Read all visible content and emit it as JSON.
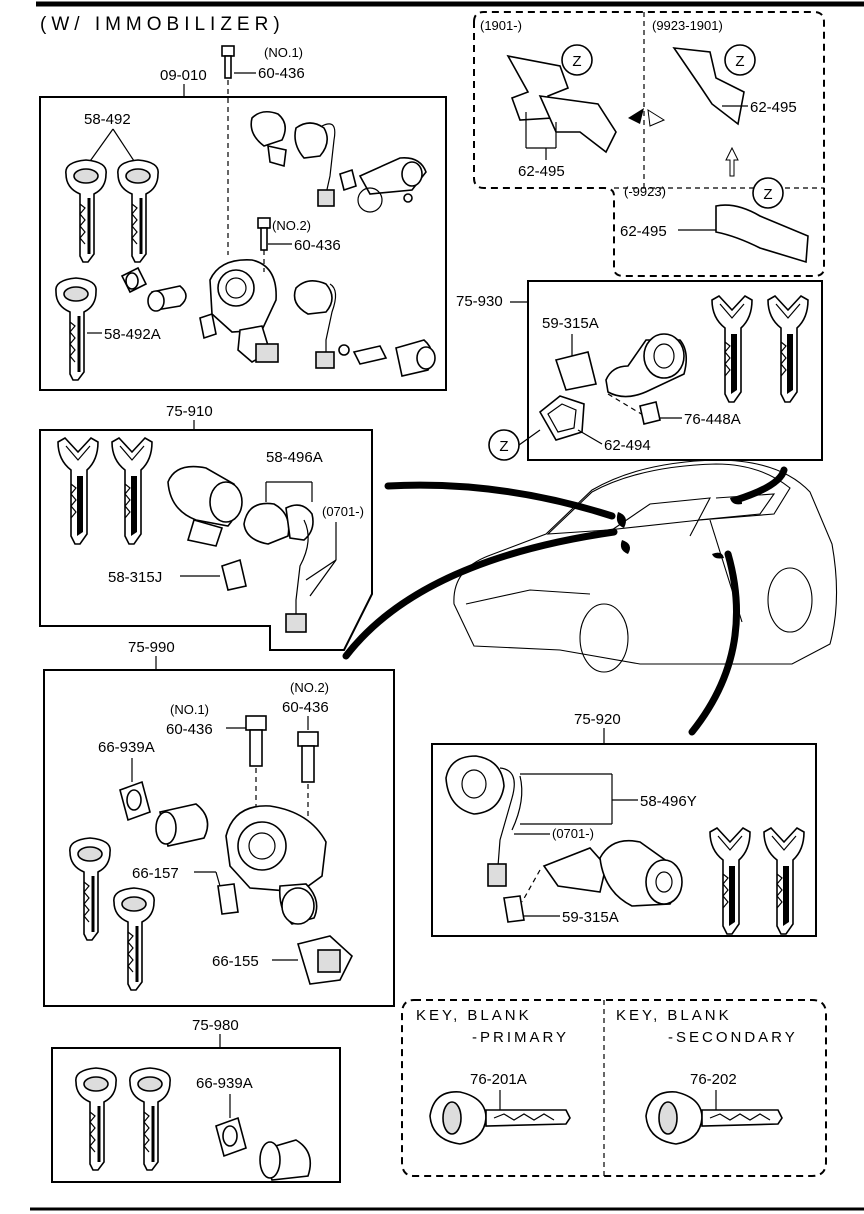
{
  "header": {
    "title": "(W/ IMMOBILIZER)"
  },
  "labels": {
    "p09_010": "09-010",
    "no1_a": "(NO.1)",
    "p60_436_a": "60-436",
    "p58_492": "58-492",
    "no2_a": "(NO.2)",
    "p60_436_b": "60-436",
    "p58_492A": "58-492A",
    "p1901": "(1901-)",
    "p9923_1901": "(9923-1901)",
    "p62_495_a": "62-495",
    "p62_495_b": "62-495",
    "p9923": "(-9923)",
    "p62_495_c": "62-495",
    "p75_930": "75-930",
    "p59_315A_a": "59-315A",
    "p76_448A": "76-448A",
    "p62_494": "62-494",
    "p75_910": "75-910",
    "p58_496A": "58-496A",
    "p0701_a": "(0701-)",
    "p58_315J": "58-315J",
    "p75_990": "75-990",
    "no1_b": "(NO.1)",
    "p60_436_c": "60-436",
    "no2_b": "(NO.2)",
    "p60_436_d": "60-436",
    "p66_939A_a": "66-939A",
    "p66_157": "66-157",
    "p66_155": "66-155",
    "p75_920": "75-920",
    "p58_496Y": "58-496Y",
    "p0701_b": "(0701-)",
    "p59_315A_b": "59-315A",
    "p75_980": "75-980",
    "p66_939A_b": "66-939A",
    "z": "Z"
  },
  "key_blank": {
    "primary_line1": "KEY, BLANK",
    "primary_line2": "-PRIMARY",
    "primary_part": "76-201A",
    "secondary_line1": "KEY, BLANK",
    "secondary_line2": "-SECONDARY",
    "secondary_part": "76-202"
  }
}
